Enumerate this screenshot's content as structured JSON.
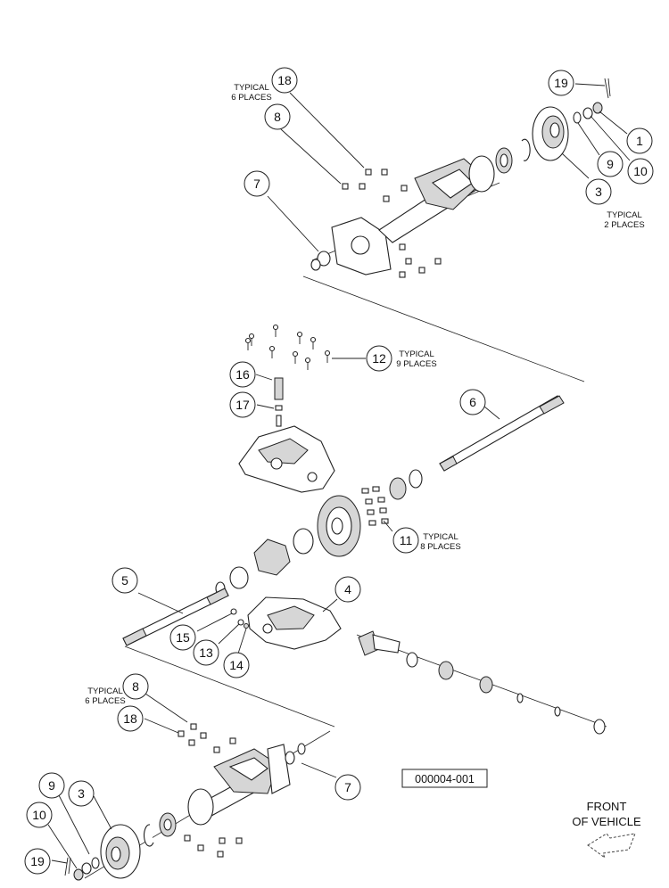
{
  "reference_code": "000004-001",
  "front_label": [
    "FRONT",
    "OF VEHICLE"
  ],
  "callouts": [
    {
      "id": "c18-top",
      "num": "18"
    },
    {
      "id": "c8-top",
      "num": "8"
    },
    {
      "id": "c7-top",
      "num": "7"
    },
    {
      "id": "c19-top",
      "num": "19"
    },
    {
      "id": "c1",
      "num": "1"
    },
    {
      "id": "c10-top",
      "num": "10"
    },
    {
      "id": "c9-top",
      "num": "9"
    },
    {
      "id": "c3-top",
      "num": "3"
    },
    {
      "id": "c12",
      "num": "12"
    },
    {
      "id": "c16",
      "num": "16"
    },
    {
      "id": "c17",
      "num": "17"
    },
    {
      "id": "c6",
      "num": "6"
    },
    {
      "id": "c11",
      "num": "11"
    },
    {
      "id": "c5",
      "num": "5"
    },
    {
      "id": "c4",
      "num": "4"
    },
    {
      "id": "c15",
      "num": "15"
    },
    {
      "id": "c13",
      "num": "13"
    },
    {
      "id": "c14",
      "num": "14"
    },
    {
      "id": "c8-bot",
      "num": "8"
    },
    {
      "id": "c18-bot",
      "num": "18"
    },
    {
      "id": "c7-bot",
      "num": "7"
    },
    {
      "id": "c9-bot",
      "num": "9"
    },
    {
      "id": "c3-bot",
      "num": "3"
    },
    {
      "id": "c10-bot",
      "num": "10"
    },
    {
      "id": "c19-bot",
      "num": "19"
    }
  ],
  "notes": [
    {
      "id": "n-top-left",
      "lines": [
        "TYPICAL",
        "6 PLACES"
      ]
    },
    {
      "id": "n-top-right",
      "lines": [
        "TYPICAL",
        "2 PLACES"
      ]
    },
    {
      "id": "n-12",
      "lines": [
        "TYPICAL",
        "9 PLACES"
      ]
    },
    {
      "id": "n-11",
      "lines": [
        "TYPICAL",
        "8 PLACES"
      ]
    },
    {
      "id": "n-bot-left",
      "lines": [
        "TYPICAL",
        "6 PLACES"
      ]
    }
  ]
}
